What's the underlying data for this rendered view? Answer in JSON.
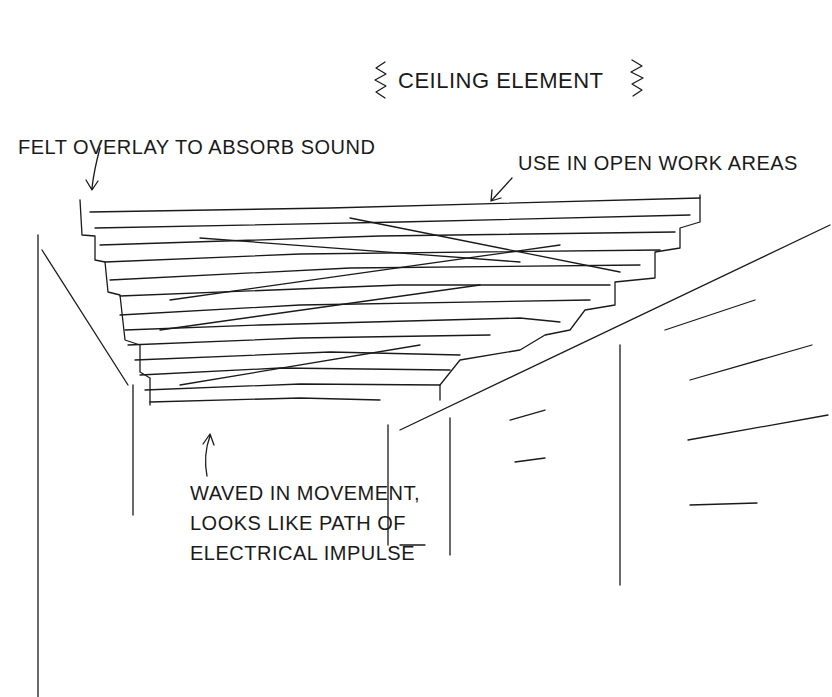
{
  "diagram": {
    "title": "CEILING ELEMENT",
    "labels": [
      "FELT OVERLAY TO ABSORB SOUND",
      "USE IN OPEN WORK AREAS",
      "WAVED IN MOVEMENT, LOOKS LIKE PATH OF ELECTRICAL IMPULSE"
    ]
  }
}
